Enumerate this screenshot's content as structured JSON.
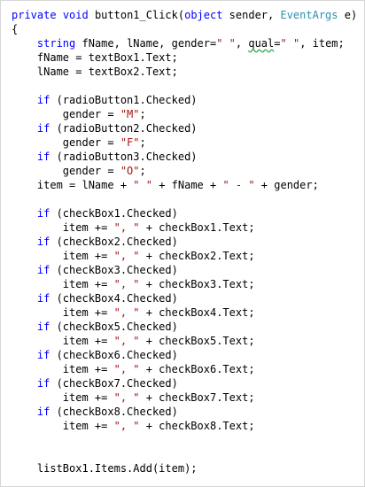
{
  "code": {
    "lines": [
      [
        {
          "t": "private",
          "c": "kw"
        },
        {
          "t": " "
        },
        {
          "t": "void",
          "c": "kw"
        },
        {
          "t": " button1_Click("
        },
        {
          "t": "object",
          "c": "kw"
        },
        {
          "t": " sender, "
        },
        {
          "t": "EventArgs",
          "c": "type"
        },
        {
          "t": " e)"
        }
      ],
      [
        {
          "t": "{"
        }
      ],
      [
        {
          "t": "    "
        },
        {
          "t": "string",
          "c": "kw"
        },
        {
          "t": " fName, lName, gender="
        },
        {
          "t": "\" \"",
          "c": "str"
        },
        {
          "t": ", "
        },
        {
          "t": "qual",
          "c": "squig"
        },
        {
          "t": "="
        },
        {
          "t": "\" \"",
          "c": "str"
        },
        {
          "t": ", item;"
        }
      ],
      [
        {
          "t": "    fName = textBox1.Text;"
        }
      ],
      [
        {
          "t": "    lName = textBox2.Text;"
        }
      ],
      [],
      [
        {
          "t": "    "
        },
        {
          "t": "if",
          "c": "kw"
        },
        {
          "t": " (radioButton1.Checked)"
        }
      ],
      [
        {
          "t": "        gender = "
        },
        {
          "t": "\"M\"",
          "c": "str"
        },
        {
          "t": ";"
        }
      ],
      [
        {
          "t": "    "
        },
        {
          "t": "if",
          "c": "kw"
        },
        {
          "t": " (radioButton2.Checked)"
        }
      ],
      [
        {
          "t": "        gender = "
        },
        {
          "t": "\"F\"",
          "c": "str"
        },
        {
          "t": ";"
        }
      ],
      [
        {
          "t": "    "
        },
        {
          "t": "if",
          "c": "kw"
        },
        {
          "t": " (radioButton3.Checked)"
        }
      ],
      [
        {
          "t": "        gender = "
        },
        {
          "t": "\"O\"",
          "c": "str"
        },
        {
          "t": ";"
        }
      ],
      [
        {
          "t": "    item = lName + "
        },
        {
          "t": "\" \"",
          "c": "str"
        },
        {
          "t": " + fName + "
        },
        {
          "t": "\" - \"",
          "c": "str"
        },
        {
          "t": " + gender;"
        }
      ],
      [],
      [
        {
          "t": "    "
        },
        {
          "t": "if",
          "c": "kw"
        },
        {
          "t": " (checkBox1.Checked)"
        }
      ],
      [
        {
          "t": "        item += "
        },
        {
          "t": "\", \"",
          "c": "str"
        },
        {
          "t": " + checkBox1.Text;"
        }
      ],
      [
        {
          "t": "    "
        },
        {
          "t": "if",
          "c": "kw"
        },
        {
          "t": " (checkBox2.Checked)"
        }
      ],
      [
        {
          "t": "        item += "
        },
        {
          "t": "\", \"",
          "c": "str"
        },
        {
          "t": " + checkBox2.Text;"
        }
      ],
      [
        {
          "t": "    "
        },
        {
          "t": "if",
          "c": "kw"
        },
        {
          "t": " (checkBox3.Checked)"
        }
      ],
      [
        {
          "t": "        item += "
        },
        {
          "t": "\", \"",
          "c": "str"
        },
        {
          "t": " + checkBox3.Text;"
        }
      ],
      [
        {
          "t": "    "
        },
        {
          "t": "if",
          "c": "kw"
        },
        {
          "t": " (checkBox4.Checked)"
        }
      ],
      [
        {
          "t": "        item += "
        },
        {
          "t": "\", \"",
          "c": "str"
        },
        {
          "t": " + checkBox4.Text;"
        }
      ],
      [
        {
          "t": "    "
        },
        {
          "t": "if",
          "c": "kw"
        },
        {
          "t": " (checkBox5.Checked)"
        }
      ],
      [
        {
          "t": "        item += "
        },
        {
          "t": "\", \"",
          "c": "str"
        },
        {
          "t": " + checkBox5.Text;"
        }
      ],
      [
        {
          "t": "    "
        },
        {
          "t": "if",
          "c": "kw"
        },
        {
          "t": " (checkBox6.Checked)"
        }
      ],
      [
        {
          "t": "        item += "
        },
        {
          "t": "\", \"",
          "c": "str"
        },
        {
          "t": " + checkBox6.Text;"
        }
      ],
      [
        {
          "t": "    "
        },
        {
          "t": "if",
          "c": "kw"
        },
        {
          "t": " (checkBox7.Checked)"
        }
      ],
      [
        {
          "t": "        item += "
        },
        {
          "t": "\", \"",
          "c": "str"
        },
        {
          "t": " + checkBox7.Text;"
        }
      ],
      [
        {
          "t": "    "
        },
        {
          "t": "if",
          "c": "kw"
        },
        {
          "t": " (checkBox8.Checked)"
        }
      ],
      [
        {
          "t": "        item += "
        },
        {
          "t": "\", \"",
          "c": "str"
        },
        {
          "t": " + checkBox8.Text;"
        }
      ],
      [],
      [],
      [
        {
          "t": "    listBox1.Items.Add(item);"
        }
      ]
    ]
  }
}
